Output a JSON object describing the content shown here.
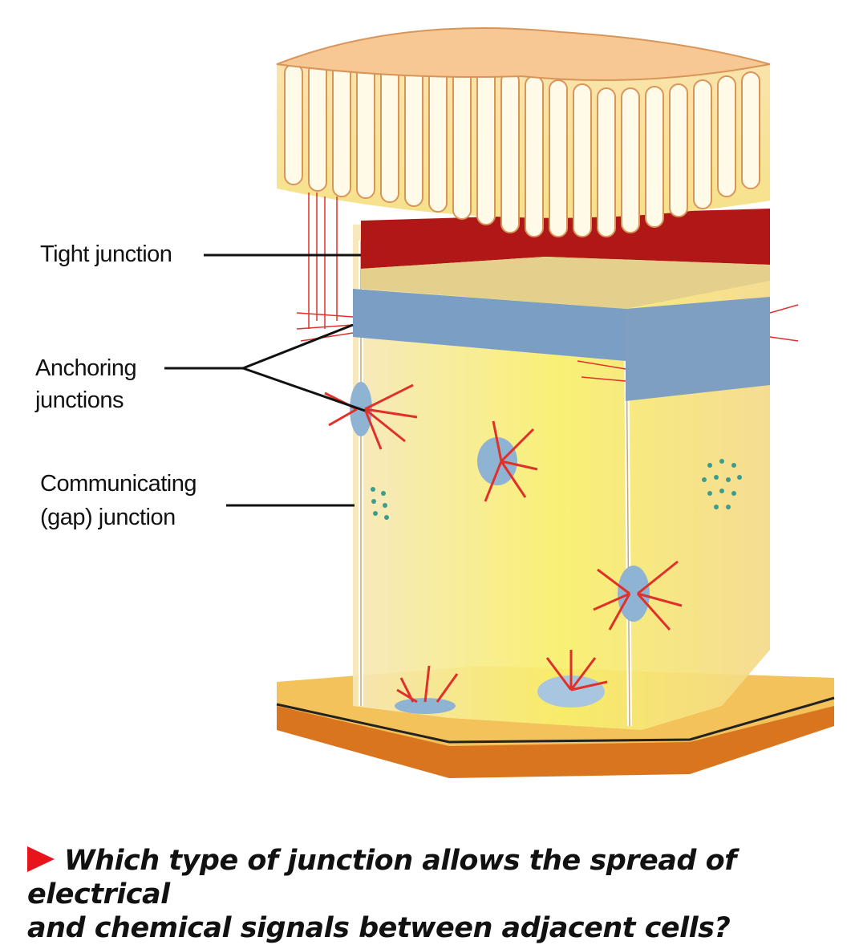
{
  "labels": {
    "tight": "Tight junction",
    "anchoring_1": "Anchoring",
    "anchoring_2": "junctions",
    "gap_1": "Communicating",
    "gap_2": "(gap) junction"
  },
  "question": {
    "line1": "Which type of junction allows the spread of electrical",
    "line2": "and chemical signals between adjacent cells?"
  },
  "colors": {
    "accent": "#e8141c",
    "cell": "#f7ec7a",
    "band_red": "#b01818",
    "band_blue": "#7a9ec4"
  }
}
